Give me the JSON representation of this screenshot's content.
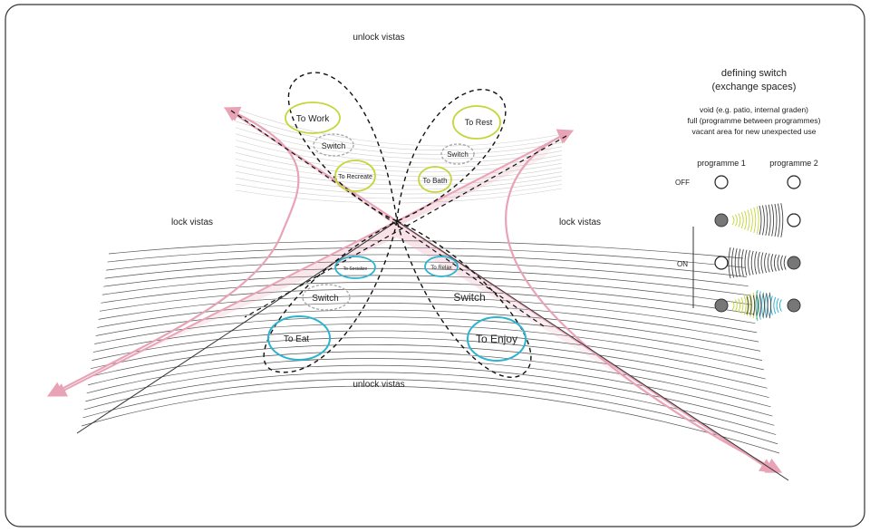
{
  "labels": {
    "unlock_top": "unlock vistas",
    "unlock_bottom": "unlock vistas",
    "lock_left": "lock vistas",
    "lock_right": "lock vistas"
  },
  "nodes": {
    "to_work": "To Work",
    "switch_top_left": "Switch",
    "to_recreate": "To Recreate",
    "to_rest": "To Rest",
    "switch_top_right": "Switch",
    "to_bath": "To Bath",
    "to_socialize": "To Socialize",
    "switch_bottom_left": "Switch",
    "to_eat": "To Eat",
    "to_relax": "To Relax",
    "switch_bottom_right": "Switch",
    "to_enjoy": "To Enjoy"
  },
  "legend": {
    "title_line1": "defining switch",
    "title_line2": "(exchange spaces)",
    "item1": "void (e.g. patio, internal graden)",
    "item2": "full (programme between programmes)",
    "item3": "vacant area for new unexpected use",
    "programme1": "programme 1",
    "programme2": "programme 2",
    "off_label": "OFF",
    "on_label": "ON"
  },
  "colors": {
    "pink": "#e8a3b6",
    "yellow_green": "#c4d63a",
    "cyan": "#2bb3d0",
    "gray_line": "#555555",
    "dark_circle": "#777777"
  }
}
